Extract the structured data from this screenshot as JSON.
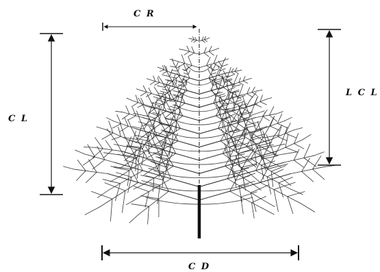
{
  "labels": {
    "crown_radius": "C R",
    "crown_length": "C L",
    "live_crown_length": "L C L",
    "crown_diameter": "C D"
  },
  "colors": {
    "ink": "#111111",
    "branch": "#333333"
  }
}
